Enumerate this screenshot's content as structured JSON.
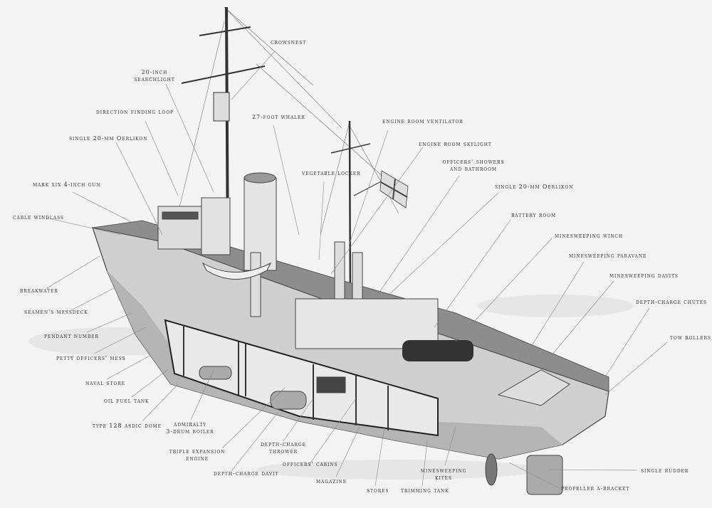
{
  "labels": {
    "crowsnest": "crowsnest",
    "searchlight_1": "20-inch",
    "searchlight_2": "searchlight",
    "direction_finding_loop": "direction finding loop",
    "oerlikon_fwd": "single 20-mm Oerlikon",
    "whaler": "27-foot whaler",
    "gun": "mark xix 4-inch gun",
    "cable_windlass": "cable windlass",
    "vegetable_locker": "vegetable locker",
    "engine_room_ventilator": "engine room ventilator",
    "engine_room_skylight": "engine room skylight",
    "officers_showers_1": "officers' showers",
    "officers_showers_2": "and bathroom",
    "oerlikon_aft": "single 20-mm Oerlikon",
    "battery_room": "battery room",
    "minesweeping_winch": "minesweeping winch",
    "minesweeping_paravane": "minesweeping paravane",
    "minesweeping_davits": "minesweeping davits",
    "depth_charge_chutes": "depth-charge chutes",
    "tow_rollers": "tow rollers",
    "breakwater": "breakwater",
    "seamens_messdeck": "seamen's messdeck",
    "pendant_number": "pendant number",
    "petty_officers_mess": "petty officers' mess",
    "naval_store": "naval store",
    "oil_fuel_tank": "oil fuel tank",
    "asdic_dome": "type 128 asdic dome",
    "boiler_1": "admiralty",
    "boiler_2": "3-drum boiler",
    "engine_1": "triple expansion",
    "engine_2": "engine",
    "dc_thrower_1": "depth-charge",
    "dc_thrower_2": "thrower",
    "officers_cabins": "officers' cabins",
    "dc_davit": "depth-charge davit",
    "magazine": "magazine",
    "stores": "stores",
    "trimming_tank": "trimming tank",
    "kites_1": "minesweeping",
    "kites_2": "kites",
    "single_rudder": "single rudder",
    "propeller_a_bracket": "propeller a-bracket"
  }
}
